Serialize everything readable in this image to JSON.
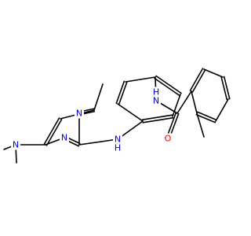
{
  "molecule": {
    "atom_labels": {
      "n_dimethyl": "N",
      "n_ring_upper": "N",
      "n_ring_lower": "N",
      "nh_aniline": "N",
      "h_aniline": "H",
      "nh_amide": "N",
      "h_amide": "H",
      "o_carbonyl": "O"
    }
  },
  "colors": {
    "bond": "#000000",
    "nitrogen": "#0000ff",
    "oxygen": "#ff0000",
    "background": "#ffffff"
  }
}
